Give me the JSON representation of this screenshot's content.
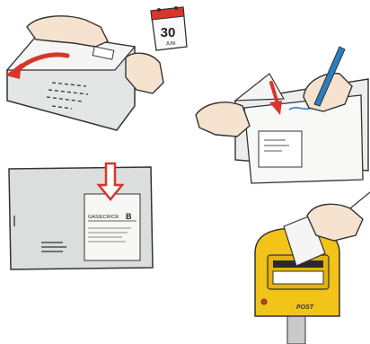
{
  "calendar": {
    "day": "30",
    "month": "JUNI"
  },
  "envelope": {
    "code": "GAS/ECR/CR",
    "letter": "B"
  },
  "mailbox": {
    "brand": "POST"
  },
  "colors": {
    "arrow": "#d9352a",
    "paper": "#f2f3f1",
    "envelope": "#dcdedd",
    "outline": "#333333",
    "skin": "#f6e3cf",
    "mailbox_yellow": "#f2c318",
    "pen_blue": "#2a7fc4"
  }
}
